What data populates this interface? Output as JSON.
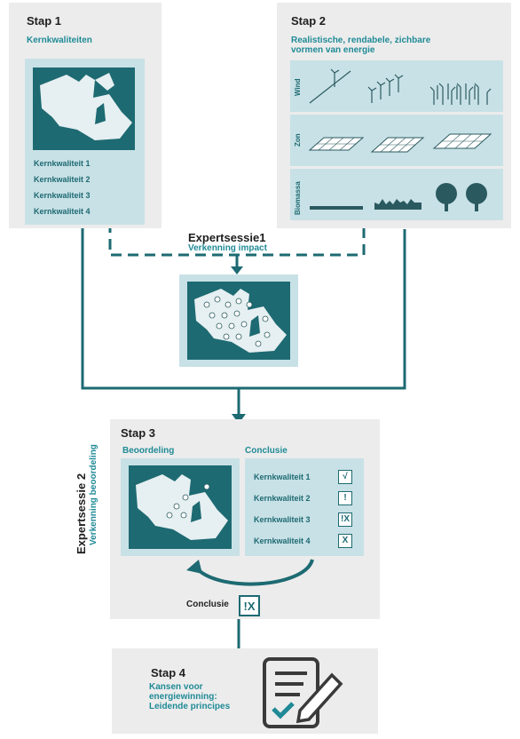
{
  "stap1": {
    "title": "Stap 1",
    "subtitle": "Kernkwaliteiten",
    "items": [
      "Kernkwaliteit 1",
      "Kernkwaliteit 2",
      "Kernkwaliteit 3",
      "Kernkwaliteit 4"
    ]
  },
  "stap2": {
    "title": "Stap 2",
    "subtitle_line1": "Realistische, rendabele, zichbare",
    "subtitle_line2": "vormen van energie",
    "rows": [
      "Wind",
      "Zon",
      "Biomassa"
    ]
  },
  "expertsessie1": {
    "title": "Expertsessie1",
    "subtitle": "Verkenning impact"
  },
  "stap3": {
    "title": "Stap 3",
    "left_header": "Beoordeling",
    "right_header": "Conclusie",
    "side_title": "Expertsessie 2",
    "side_subtitle": "Verkenning beoordeling",
    "items": [
      {
        "label": "Kernkwaliteit 1",
        "mark": "√"
      },
      {
        "label": "Kernkwaliteit 2",
        "mark": "!"
      },
      {
        "label": "Kernkwaliteit 3",
        "mark": "!X"
      },
      {
        "label": "Kernkwaliteit 4",
        "mark": "X"
      }
    ],
    "conclusie_label": "Conclusie",
    "conclusie_mark": "!X"
  },
  "stap4": {
    "title": "Stap 4",
    "line1": "Kansen voor",
    "line2": "energiewinning:",
    "line3": "Leidende principes"
  },
  "colors": {
    "teal": "#1d6a72",
    "teal_text": "#1f8a96",
    "light_teal": "#c8e1e6",
    "panel_gray": "#ececec"
  }
}
